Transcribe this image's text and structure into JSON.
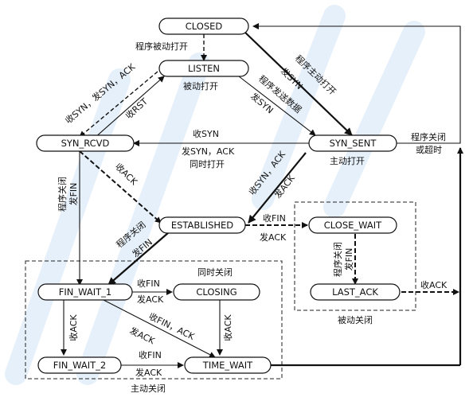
{
  "states": {
    "closed": "CLOSED",
    "listen": "LISTEN",
    "syn_rcvd": "SYN_RCVD",
    "syn_sent": "SYN_SENT",
    "established": "ESTABLISHED",
    "close_wait": "CLOSE_WAIT",
    "last_ack": "LAST_ACK",
    "fin_wait_1": "FIN_WAIT_1",
    "closing": "CLOSING",
    "fin_wait_2": "FIN_WAIT_2",
    "time_wait": "TIME_WAIT"
  },
  "labels": {
    "passive_open_prog": "程序被动打开",
    "passive_open": "被动打开",
    "recv_syn_send_synack": "收SYN，发SYN，ACK",
    "recv_rst": "收RST",
    "active_open_prog": "程序主动打开",
    "send_syn": "发SYN",
    "prog_send_data": "程序发送数据",
    "send_syn_2": "发SYN",
    "mid_recv_syn": "收SYN",
    "mid_send_synack": "发SYN，ACK",
    "mid_simul_open": "同时打开",
    "active_open": "主动打开",
    "prog_close_or_timeout_1": "程序关闭",
    "prog_close_or_timeout_2": "或超时",
    "recv_ack": "收ACK",
    "recv_synack": "收SYN，ACK",
    "send_ack": "发ACK",
    "prog_close_fin_left_1": "程序关闭",
    "prog_close_fin_left_2": "发FIN",
    "prog_close_fin_diag_1": "程序关闭",
    "prog_close_fin_diag_2": "发FIN",
    "recv_fin": "收FIN",
    "send_ack_2": "发ACK",
    "simul_close": "同时关闭",
    "cw_prog_close_1": "程序关闭",
    "cw_prog_close_2": "发FIN",
    "passive_close": "被动关闭",
    "last_recv_ack": "收ACK",
    "fw1_recv_fin": "收FIN",
    "fw1_send_ack": "发ACK",
    "fw1_recv_ack": "收ACK",
    "diag_recv_finack": "收FIN，ACK",
    "diag_send_ack": "发ACK",
    "closing_recv_ack": "收ACK",
    "fw2_recv_fin": "收FIN",
    "fw2_send_ack": "发ACK",
    "active_close": "主动关闭"
  }
}
